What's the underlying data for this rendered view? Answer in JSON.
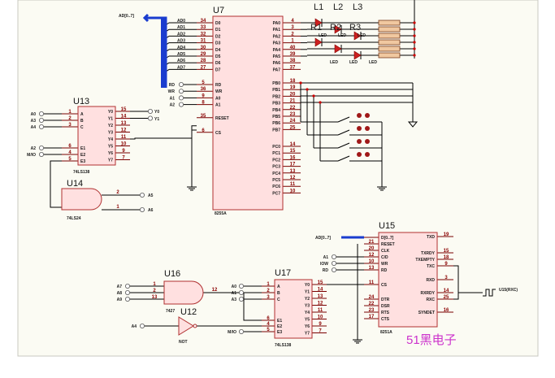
{
  "u7": {
    "ref": "U7",
    "part": "8255A",
    "left_pins": [
      {
        "n": "34",
        "l": "D0"
      },
      {
        "n": "33",
        "l": "D1"
      },
      {
        "n": "32",
        "l": "D2"
      },
      {
        "n": "31",
        "l": "D3"
      },
      {
        "n": "30",
        "l": "D4"
      },
      {
        "n": "29",
        "l": "D5"
      },
      {
        "n": "28",
        "l": "D6"
      },
      {
        "n": "27",
        "l": "D7"
      }
    ],
    "left_nets": [
      "AD0",
      "AD1",
      "AD2",
      "AD3",
      "AD4",
      "AD5",
      "AD6",
      "AD7"
    ],
    "ctrl_pins": [
      {
        "n": "5",
        "l": "RD"
      },
      {
        "n": "36",
        "l": "WR"
      },
      {
        "n": "9",
        "l": "A0"
      },
      {
        "n": "8",
        "l": "A1"
      },
      {
        "n": "35",
        "l": "RESET"
      },
      {
        "n": "6",
        "l": "CS"
      }
    ],
    "ctrl_nets": [
      "RD",
      "WR",
      "A1",
      "A2"
    ],
    "pa": [
      {
        "n": "4",
        "l": "PA0"
      },
      {
        "n": "3",
        "l": "PA1"
      },
      {
        "n": "2",
        "l": "PA2"
      },
      {
        "n": "1",
        "l": "PA3"
      },
      {
        "n": "40",
        "l": "PA4"
      },
      {
        "n": "39",
        "l": "PA5"
      },
      {
        "n": "38",
        "l": "PA6"
      },
      {
        "n": "37",
        "l": "PA7"
      }
    ],
    "pb": [
      {
        "n": "18",
        "l": "PB0"
      },
      {
        "n": "19",
        "l": "PB1"
      },
      {
        "n": "20",
        "l": "PB2"
      },
      {
        "n": "21",
        "l": "PB3"
      },
      {
        "n": "22",
        "l": "PB4"
      },
      {
        "n": "23",
        "l": "PB5"
      },
      {
        "n": "24",
        "l": "PB6"
      },
      {
        "n": "25",
        "l": "PB7"
      }
    ],
    "pc": [
      {
        "n": "14",
        "l": "PC0"
      },
      {
        "n": "15",
        "l": "PC1"
      },
      {
        "n": "16",
        "l": "PC2"
      },
      {
        "n": "17",
        "l": "PC3"
      },
      {
        "n": "13",
        "l": "PC4"
      },
      {
        "n": "12",
        "l": "PC5"
      },
      {
        "n": "11",
        "l": "PC6"
      },
      {
        "n": "10",
        "l": "PC7"
      }
    ]
  },
  "bus_top": "AD[0..7]",
  "leds": {
    "labels": [
      "L1",
      "L2",
      "L3"
    ],
    "refs": [
      "R1",
      "R2",
      "R3"
    ],
    "led_text": "LED"
  },
  "u13": {
    "ref": "U13",
    "part": "74LS138",
    "in_pins": [
      {
        "n": "1",
        "l": "A"
      },
      {
        "n": "2",
        "l": "B"
      },
      {
        "n": "3",
        "l": "C"
      },
      {
        "n": "6",
        "l": "E1"
      },
      {
        "n": "4",
        "l": "E2"
      },
      {
        "n": "5",
        "l": "E3"
      }
    ],
    "in_nets": [
      "A0",
      "A3",
      "A4",
      "A2",
      "M/IO"
    ],
    "out_pins": [
      {
        "n": "15",
        "l": "Y0"
      },
      {
        "n": "14",
        "l": "Y1"
      },
      {
        "n": "13",
        "l": "Y2"
      },
      {
        "n": "12",
        "l": "Y3"
      },
      {
        "n": "11",
        "l": "Y4"
      },
      {
        "n": "10",
        "l": "Y5"
      },
      {
        "n": "9",
        "l": "Y6"
      },
      {
        "n": "7",
        "l": "Y7"
      }
    ],
    "out_nets": [
      "Y0",
      "Y1"
    ]
  },
  "u14": {
    "ref": "U14",
    "part": "74LS24",
    "pins": [
      "1",
      "2"
    ],
    "nets": [
      "A5",
      "A6"
    ]
  },
  "u16": {
    "ref": "U16",
    "part": "7427",
    "pins": [
      "1",
      "2",
      "13",
      "12"
    ],
    "nets": [
      "A7",
      "A8",
      "A9"
    ]
  },
  "u12": {
    "ref": "U12",
    "part": "NOT",
    "net": "A4"
  },
  "u17": {
    "ref": "U17",
    "part": "74LS138",
    "in_pins": [
      {
        "n": "1",
        "l": "A"
      },
      {
        "n": "2",
        "l": "B"
      },
      {
        "n": "3",
        "l": "C"
      },
      {
        "n": "6",
        "l": "E1"
      },
      {
        "n": "4",
        "l": "E2"
      },
      {
        "n": "5",
        "l": "E3"
      }
    ],
    "in_nets": [
      "A0",
      "A1",
      "A3",
      "M/IO"
    ],
    "out_pins": [
      {
        "n": "15",
        "l": "Y0"
      },
      {
        "n": "14",
        "l": "Y1"
      },
      {
        "n": "13",
        "l": "Y2"
      },
      {
        "n": "12",
        "l": "Y3"
      },
      {
        "n": "11",
        "l": "Y4"
      },
      {
        "n": "10",
        "l": "Y5"
      },
      {
        "n": "9",
        "l": "Y6"
      },
      {
        "n": "7",
        "l": "Y7"
      }
    ]
  },
  "u15": {
    "ref": "U15",
    "part": "8251A",
    "left_pins": [
      {
        "n": "",
        "l": "D[0..7]"
      },
      {
        "n": "21",
        "l": "RESET"
      },
      {
        "n": "20",
        "l": "CLK"
      },
      {
        "n": "12",
        "l": "C/D"
      },
      {
        "n": "10",
        "l": "WR"
      },
      {
        "n": "13",
        "l": "RD"
      },
      {
        "n": "11",
        "l": "CS"
      },
      {
        "n": "24",
        "l": "DTR"
      },
      {
        "n": "22",
        "l": "DSR"
      },
      {
        "n": "23",
        "l": "RTS"
      },
      {
        "n": "17",
        "l": "CTS"
      }
    ],
    "left_nets": [
      "AD[0..7]",
      "A1",
      "IOW",
      "RD"
    ],
    "right_pins": [
      {
        "n": "19",
        "l": "TXD"
      },
      {
        "n": "15",
        "l": "TXRDY"
      },
      {
        "n": "18",
        "l": "TXEMPTY"
      },
      {
        "n": "9",
        "l": "TXC"
      },
      {
        "n": "3",
        "l": "RXD"
      },
      {
        "n": "14",
        "l": "RXRDY"
      },
      {
        "n": "25",
        "l": "RXC"
      },
      {
        "n": "16",
        "l": "SYNDET"
      }
    ],
    "clock_label": "U15(RXC)"
  },
  "watermark": "51黑电子"
}
